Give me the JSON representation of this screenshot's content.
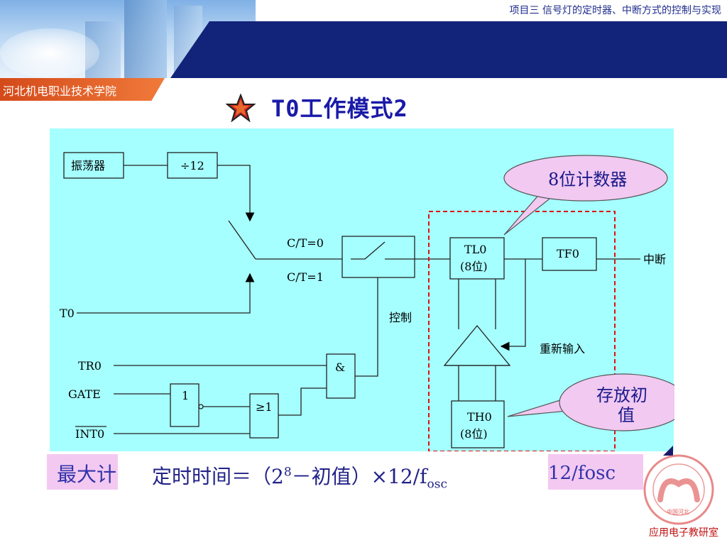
{
  "header": {
    "top_title": "项目三  信号灯的定时器、中断方式的控制与实现",
    "school": "河北机电职业技术学院",
    "page_title": "T0工作模式2"
  },
  "diagram": {
    "oscillator": "振荡器",
    "divider": "÷12",
    "ct0": "C/T=0",
    "ct1": "C/T=1",
    "t0": "T0",
    "control": "控制",
    "tr0": "TR0",
    "gate": "GATE",
    "int0": "INT0",
    "and": "&",
    "not": "1",
    "or": "≥1",
    "tl0_1": "TL0",
    "tl0_2": "(8位)",
    "tf0": "TF0",
    "interrupt": "中断",
    "reload": "重新输入",
    "th0_1": "TH0",
    "th0_2": "(8位)",
    "callout_counter": "8位计数器",
    "callout_init_1": "存放初",
    "callout_init_2": "值"
  },
  "bottom": {
    "left_text": "最大计",
    "formula_prefix": "定时时间＝（2",
    "formula_sup": "8",
    "formula_mid": "－初值）×12/f",
    "formula_sub": "osc",
    "right_text": "12/fosc"
  },
  "footer": {
    "text": "应用电子教研室",
    "logo_text": "中国河北"
  },
  "colors": {
    "navy": "#12237a",
    "diagram_bg": "#a6ffff",
    "callout_fill": "#f1c9f1",
    "dashed_red": "#e01010",
    "title_blue": "#1a1aa8"
  }
}
